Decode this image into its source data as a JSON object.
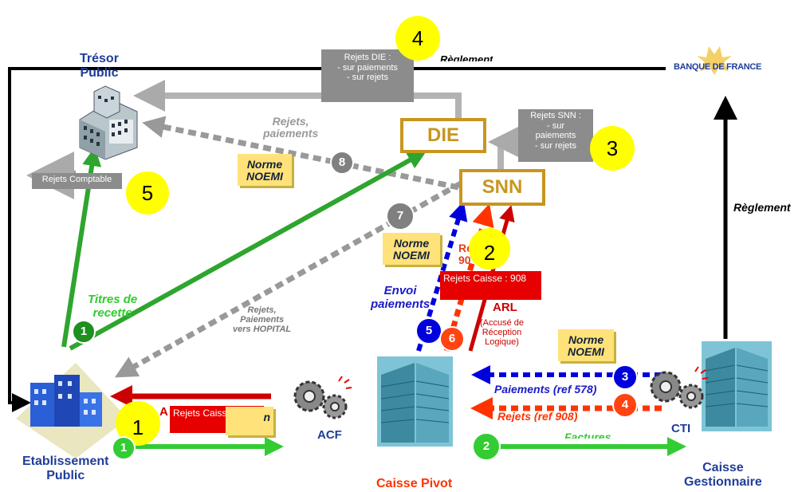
{
  "labels": {
    "tresor_public": "Trésor\nPublic",
    "banque_de_france": "BANQUE DE FRANCE",
    "etablissement_public": "Etablissement\nPublic",
    "caisse_pivot": "Caisse Pivot",
    "caisse_gestionnaire": "Caisse\nGestionnaire",
    "acf": "ACF",
    "cti": "CTI",
    "die": "DIE",
    "snn": "SNN"
  },
  "arrow_labels": {
    "reglement_top": "Règlement",
    "reglement_right": "Règlement",
    "rejets_paiements_top": "Rejets,\npaiements",
    "titres_de_recette": "Titres de\nrecette",
    "rejets_paiements_hopital": "Rejets,\nPaiements\nvers HOPITAL",
    "envoi_paiements": "Envoi\npaiements",
    "rejets_908_partial": "Re\n90",
    "arl": "ARL",
    "arl_detail": "(Accusé de\nRéception\nLogique)",
    "paiements_578": "Paiements (ref 578)",
    "rejets_908": "Rejets (ref 908)",
    "factures": "Factures",
    "a_partial": "A",
    "n_partial": "n"
  },
  "boxes": {
    "rejets_die": "Rejets DIE :\n- sur paiements\n- sur rejets",
    "rejets_snn": "Rejets SNN :\n- sur\npaiements\n- sur rejets",
    "rejets_comptable": "Rejets Comptable",
    "rejets_caisse_908": "Rejets Caisse : 908",
    "rejets_caisse_930": "Rejets Caisse 930"
  },
  "notes": {
    "norme_1": "Norme\nNOEMI",
    "norme_2": "Norme\nNOEMI",
    "norme_3": "Norme\nNOEMI"
  },
  "circles": {
    "yellow_4": "4",
    "yellow_3": "3",
    "yellow_5": "5",
    "yellow_2": "2",
    "yellow_1": "1",
    "gray_8": "8",
    "gray_7": "7",
    "green_1_top": "1",
    "green_1_bottom": "1",
    "green_2": "2",
    "blue_5": "5",
    "red_6": "6",
    "blue_3": "3",
    "red_4": "4"
  },
  "colors": {
    "green": "#2ea52e",
    "gray": "#999999",
    "black": "#000000",
    "red": "#cc0000",
    "blue": "#0000dd",
    "orange_red": "#ff3300",
    "gold": "#c8961e",
    "yellow": "#ffff00",
    "navy": "#1f3d99"
  }
}
